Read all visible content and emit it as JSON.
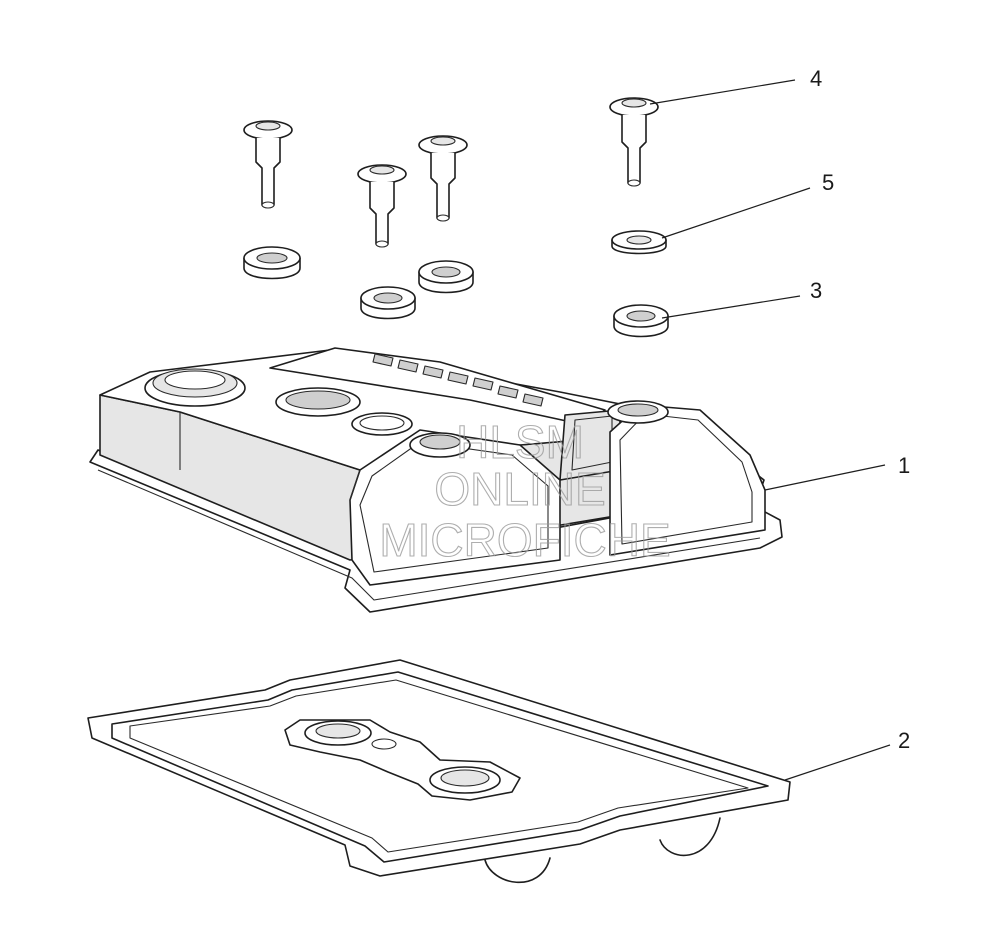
{
  "callouts": {
    "c1": "1",
    "c2": "2",
    "c3": "3",
    "c4": "4",
    "c5": "5"
  },
  "watermark": {
    "line1": "HLSM",
    "line2": "ONLINE",
    "line3": "MICROFICHE"
  }
}
